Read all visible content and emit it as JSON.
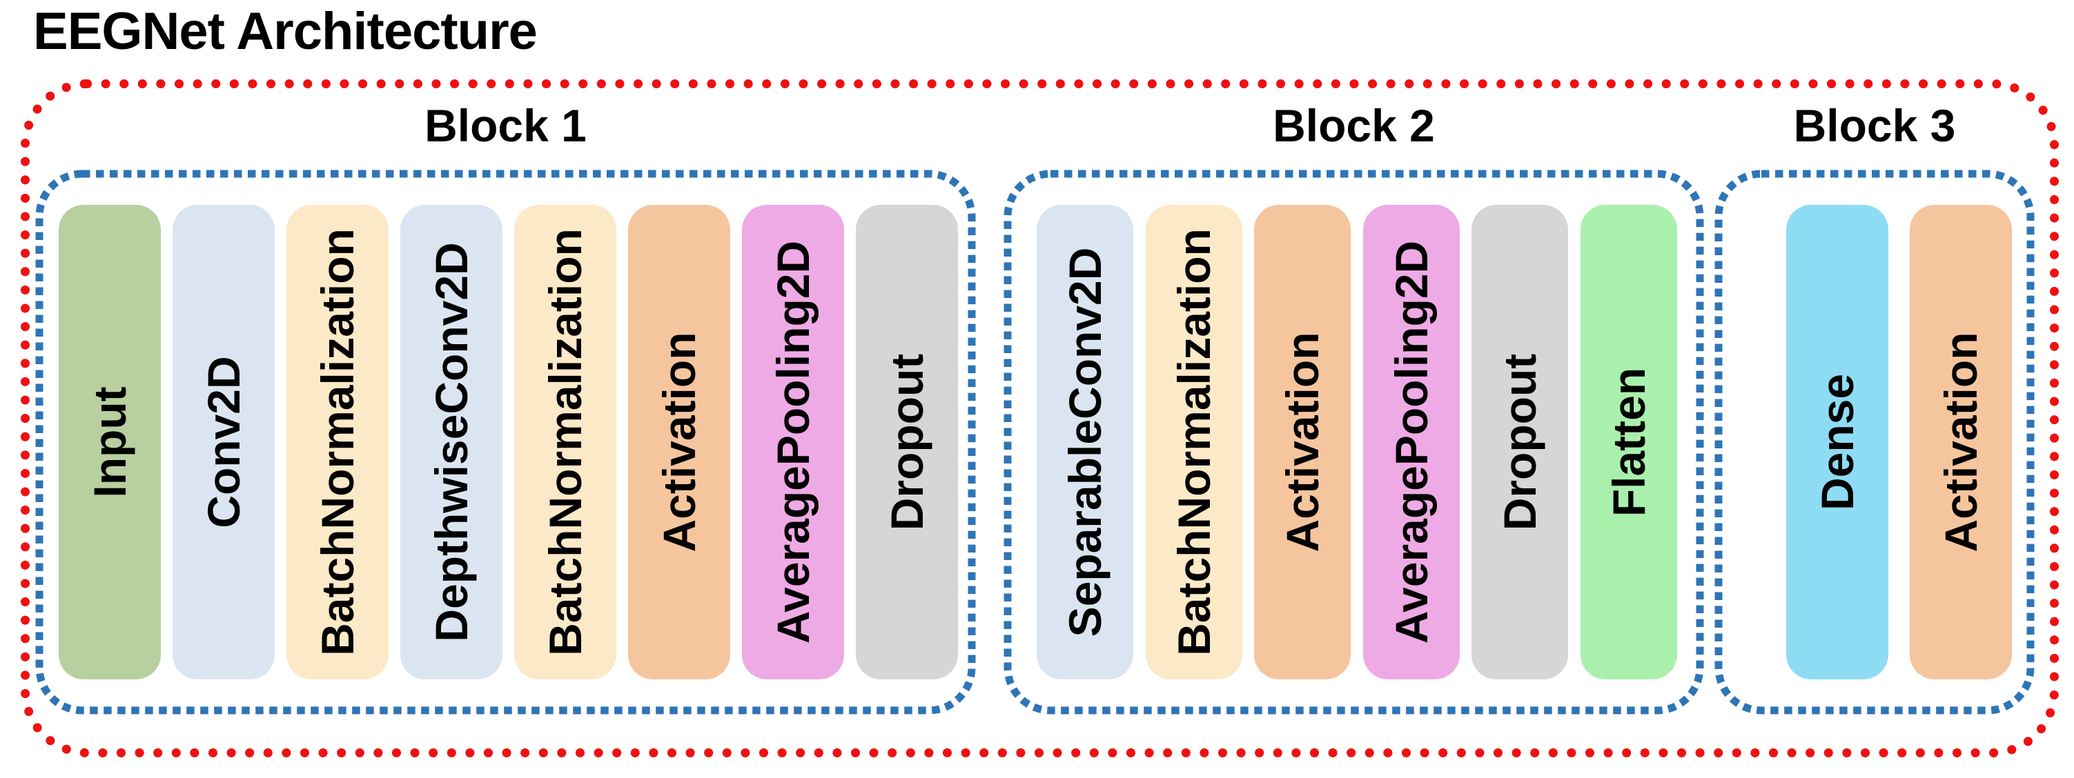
{
  "title": "EEGNet Architecture",
  "colors": {
    "background": "#ffffff",
    "outer_border": "#ee1111",
    "block_border": "#2e75b6",
    "text": "#000000",
    "layer_fills": {
      "input_green": "#b8cfa0",
      "conv_blue": "#dbe5f1",
      "batchnorm_cream": "#fce9c8",
      "activation_orange": "#f5c59e",
      "pooling_plum": "#eeaae4",
      "dropout_gray": "#d6d6d6",
      "flatten_green": "#a9f0ad",
      "dense_sky": "#8edcf4"
    }
  },
  "blocks": [
    {
      "label": "Block 1",
      "layers": [
        {
          "name": "Input",
          "color": "#b8cfa0"
        },
        {
          "name": "Conv2D",
          "color": "#dbe5f1"
        },
        {
          "name": "BatchNormalization",
          "color": "#fce9c8"
        },
        {
          "name": "DepthwiseConv2D",
          "color": "#dbe5f1"
        },
        {
          "name": "BatchNormalization",
          "color": "#fce9c8"
        },
        {
          "name": "Activation",
          "color": "#f5c59e"
        },
        {
          "name": "AveragePooling2D",
          "color": "#eeaae4"
        },
        {
          "name": "Dropout",
          "color": "#d6d6d6"
        }
      ]
    },
    {
      "label": "Block 2",
      "layers": [
        {
          "name": "SeparableConv2D",
          "color": "#dbe5f1"
        },
        {
          "name": "BatchNormalization",
          "color": "#fce9c8"
        },
        {
          "name": "Activation",
          "color": "#f5c59e"
        },
        {
          "name": "AveragePooling2D",
          "color": "#eeaae4"
        },
        {
          "name": "Dropout",
          "color": "#d6d6d6"
        },
        {
          "name": "Flatten",
          "color": "#a9f0ad"
        }
      ]
    },
    {
      "label": "Block 3",
      "layers": [
        {
          "name": "Dense",
          "color": "#8edcf4"
        },
        {
          "name": "Activation",
          "color": "#f5c59e"
        }
      ]
    }
  ]
}
